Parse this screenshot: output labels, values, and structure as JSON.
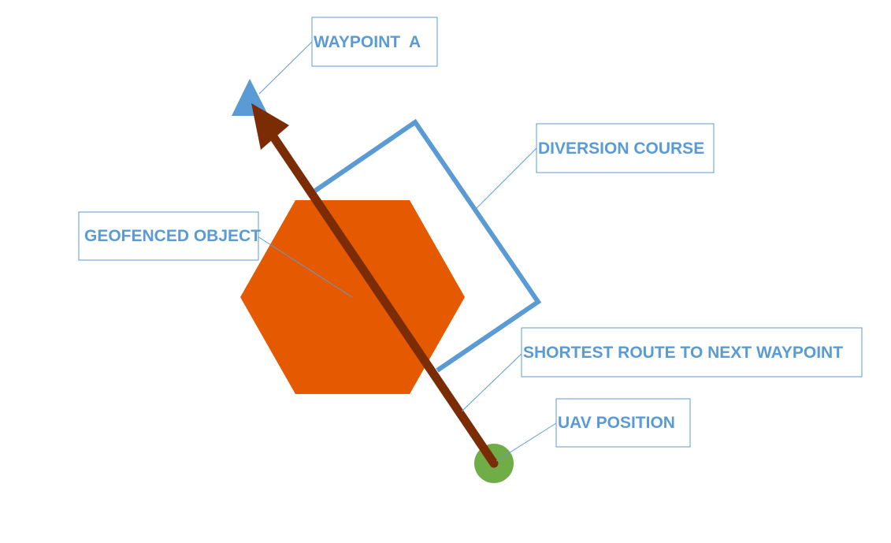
{
  "labels": {
    "waypoint_a": "WAYPOINT  A",
    "diversion_course": "DIVERSION COURSE",
    "geofenced_object": "GEOFENCED OBJECT",
    "shortest_route": "SHORTEST ROUTE TO NEXT WAYPOINT",
    "uav_position": "UAV POSITION"
  },
  "colors": {
    "label_text": "#5b9bd5",
    "label_border": "#5b9bd5",
    "leader_line": "#5b9bd5",
    "waypoint_marker": "#5b9bd5",
    "diversion_course": "#5b9bd5",
    "geofenced_object": "#e55a00",
    "shortest_route_arrow": "#7b2c04",
    "uav_marker": "#70ad47"
  },
  "icons": {
    "waypoint": "triangle-icon",
    "geofence": "hexagon-icon",
    "uav": "circle-icon"
  }
}
